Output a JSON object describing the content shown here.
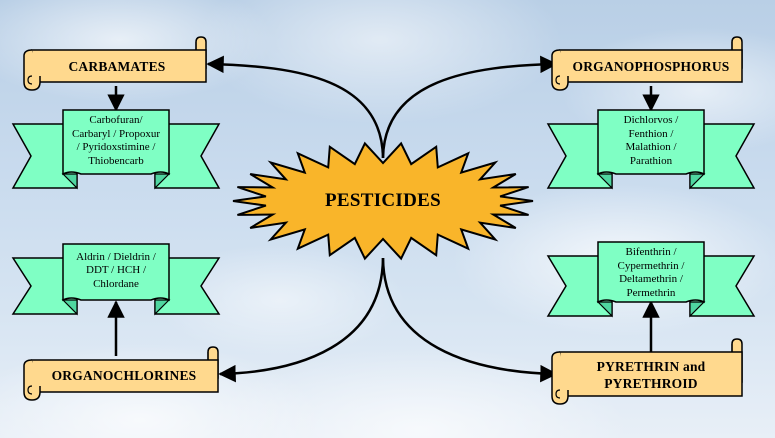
{
  "center": {
    "label": "PESTICIDES"
  },
  "categories": [
    {
      "key": "carbamates",
      "title": "CARBAMATES",
      "examples": [
        "Carbofuran/",
        "Carbaryl / Propoxur",
        "/ Pyridoxstimine /",
        "Thiobencarb"
      ]
    },
    {
      "key": "organophosphorus",
      "title": "ORGANOPHOSPHORUS",
      "examples": [
        "Dichlorvos /",
        "Fenthion /",
        "Malathion /",
        "Parathion"
      ]
    },
    {
      "key": "organochlorines",
      "title": "ORGANOCHLORINES",
      "examples": [
        "Aldrin / Dieldrin /",
        "DDT / HCH /",
        "Chlordane"
      ]
    },
    {
      "key": "pyrethrin",
      "title_lines": [
        "PYRETHRIN and",
        "PYRETHROID"
      ],
      "examples": [
        "Bifenthrin /",
        "Cypermethrin /",
        "Deltamethrin /",
        "Permethrin"
      ]
    }
  ],
  "colors": {
    "scroll_fill": "#ffd98e",
    "ribbon_fill": "#7fffc4",
    "ribbon_shade": "#4fd6a0",
    "star_fill": "#f9b52a",
    "outline": "#000000"
  }
}
